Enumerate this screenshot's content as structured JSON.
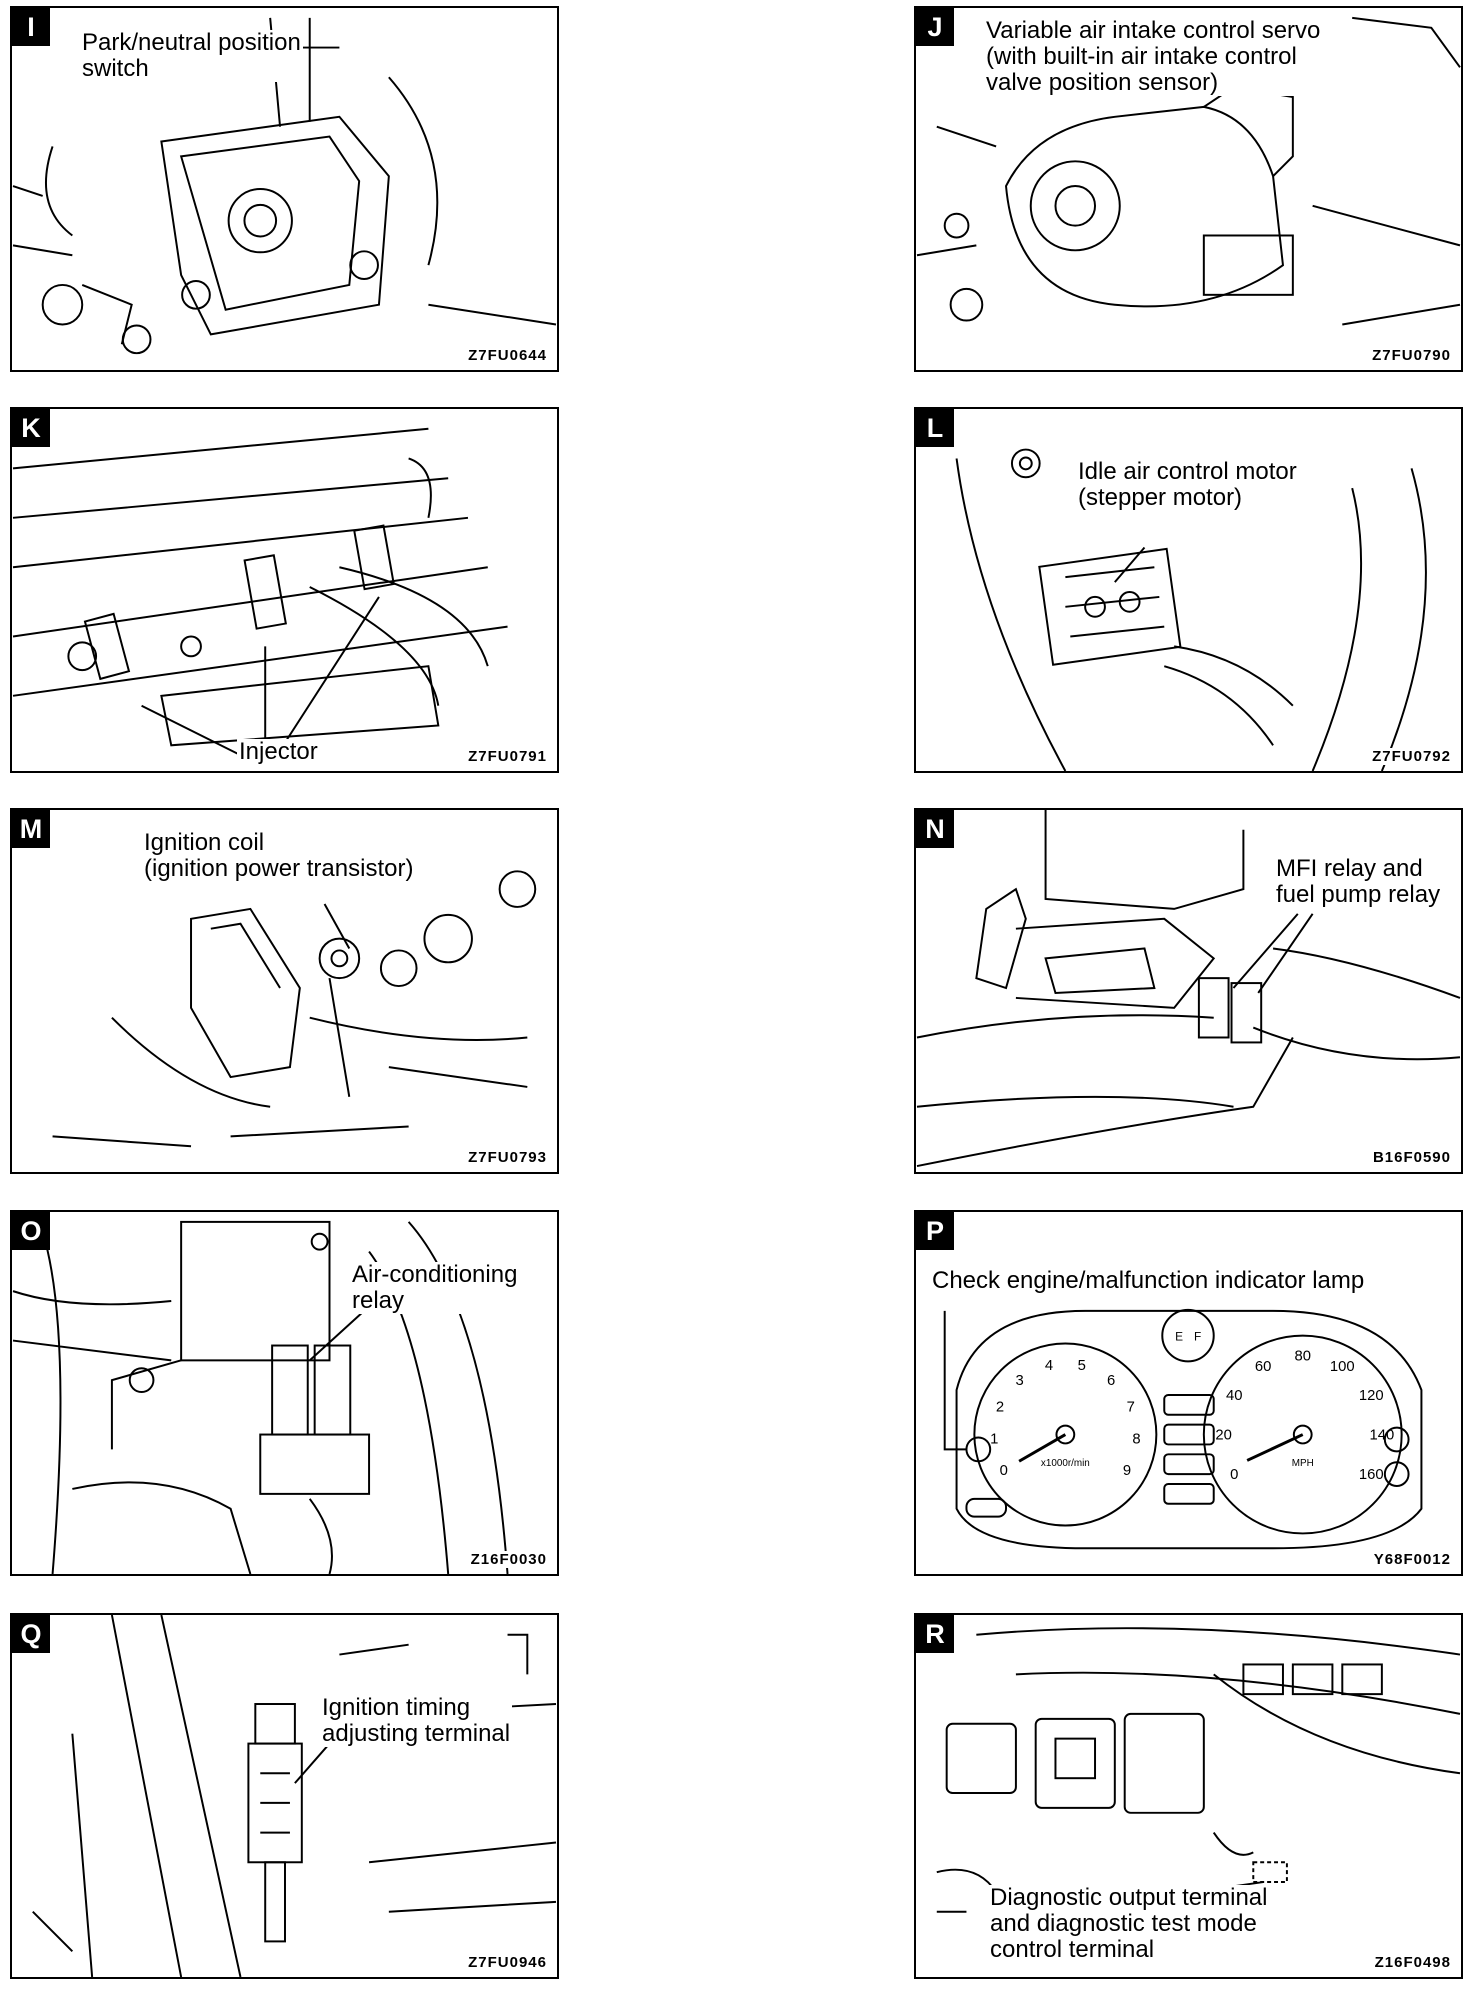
{
  "panels": {
    "I": {
      "badge": "I",
      "label": "Park/neutral position\nswitch",
      "code": "Z7FU0644"
    },
    "J": {
      "badge": "J",
      "label": "Variable air intake control servo\n(with built-in air intake control\nvalve position sensor)",
      "code": "Z7FU0790"
    },
    "K": {
      "badge": "K",
      "label": "Injector",
      "code": "Z7FU0791"
    },
    "L": {
      "badge": "L",
      "label": "Idle air control motor\n(stepper motor)",
      "code": "Z7FU0792"
    },
    "M": {
      "badge": "M",
      "label": "Ignition coil\n(ignition power transistor)",
      "code": "Z7FU0793"
    },
    "N": {
      "badge": "N",
      "label": "MFI relay and\nfuel pump relay",
      "code": "B16F0590"
    },
    "O": {
      "badge": "O",
      "label": "Air-conditioning\nrelay",
      "code": "Z16F0030"
    },
    "P": {
      "badge": "P",
      "label": "Check engine/malfunction indicator lamp",
      "code": "Y68F0012"
    },
    "Q": {
      "badge": "Q",
      "label": "Ignition timing\nadjusting terminal",
      "code": "Z7FU0946"
    },
    "R": {
      "badge": "R",
      "label": "Diagnostic output terminal\nand diagnostic test mode\ncontrol terminal",
      "code": "Z16F0498"
    }
  },
  "gauges": {
    "tach_ticks": [
      "0",
      "1",
      "2",
      "3",
      "4",
      "5",
      "6",
      "7",
      "8",
      "9"
    ],
    "tach_unit": "x1000r/min",
    "speed_ticks": [
      "0",
      "20",
      "40",
      "60",
      "80",
      "100",
      "120",
      "140",
      "160"
    ],
    "speed_unit": "MPH",
    "fuel_marks": [
      "E",
      "F"
    ]
  }
}
